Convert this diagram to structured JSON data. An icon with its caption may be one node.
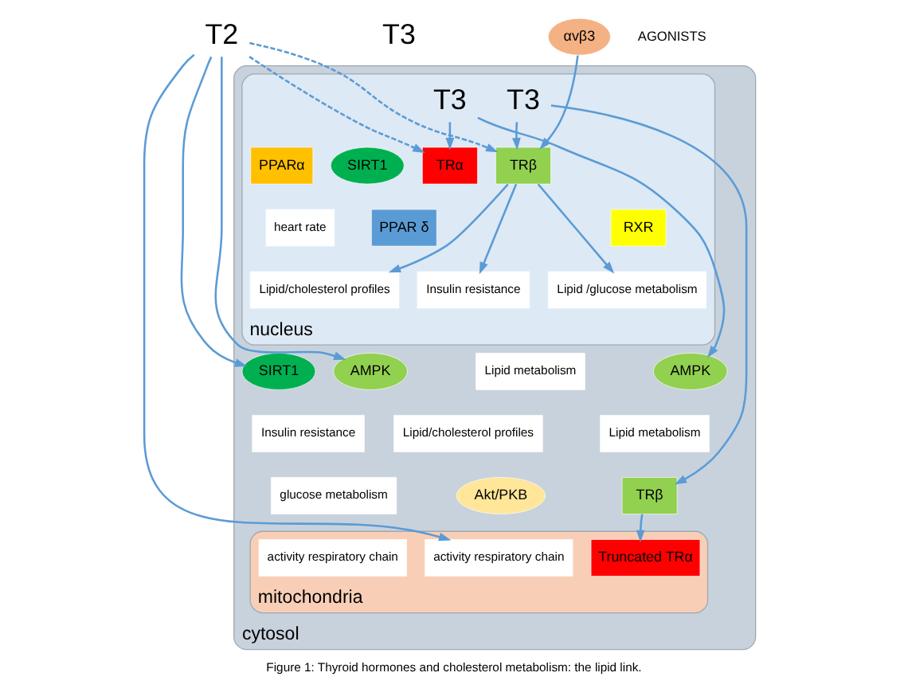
{
  "diagram": {
    "caption": "Figure 1: Thyroid hormones and cholesterol metabolism: the lipid link.",
    "nodes": [
      {
        "text": [
          "cytosol"
        ]
      },
      {
        "text": [
          "nucleus"
        ],
        "in": 0
      },
      {
        "text": [
          "mitochondria"
        ],
        "in": 0
      },
      {
        "text": [
          "T3"
        ]
      },
      {
        "text": [
          "αvβ3"
        ]
      },
      {
        "text": [
          "T3"
        ],
        "in": 1
      },
      {
        "text": [
          "T2"
        ]
      },
      {
        "text": [
          "T3"
        ],
        "in": 1
      },
      {
        "text": [
          "AGONISTS"
        ]
      },
      {
        "text": [
          "TRβ"
        ],
        "in": 1
      },
      {
        "text": [
          "SIRT1"
        ],
        "in": 1
      },
      {
        "text": [
          "PPARα"
        ],
        "in": 1
      },
      {
        "text": [
          "RXR"
        ],
        "in": 1
      },
      {
        "text": [
          "PPAR δ"
        ],
        "in": 1
      },
      {
        "text": [
          "Lipid /glucose metabolism"
        ],
        "in": 1
      },
      {
        "text": [
          "Lipid/cholesterol profiles"
        ],
        "in": 1
      },
      {
        "text": [
          "Insulin resistance"
        ],
        "in": 1
      },
      {
        "text": [
          "TRα"
        ],
        "in": 1
      },
      {
        "text": [
          "heart rate"
        ],
        "in": 1
      },
      {
        "text": [
          "AMPK"
        ],
        "in": 0
      },
      {
        "text": [
          "Lipid metabolism"
        ],
        "in": 0
      },
      {
        "text": [
          "SIRT1"
        ],
        "in": 0
      },
      {
        "text": [
          "AMPK"
        ],
        "in": 0
      },
      {
        "text": [
          "Lipid metabolism"
        ],
        "in": 0
      },
      {
        "text": [
          "Lipid/cholesterol profiles"
        ],
        "in": 0
      },
      {
        "text": [
          "Insulin resistance"
        ],
        "in": 0
      },
      {
        "text": [
          "TRβ"
        ],
        "in": 0
      },
      {
        "text": [
          "Akt/PKB"
        ],
        "in": 0
      },
      {
        "text": [
          "glucose metabolism"
        ],
        "in": 0
      },
      {
        "text": [
          "Truncated TRα"
        ],
        "in": 2
      },
      {
        "text": [
          "activity respiratory chain"
        ],
        "in": 2
      },
      {
        "text": [
          "activity respiratory chain"
        ],
        "in": 2
      }
    ],
    "edges": [
      {
        "from": 4,
        "to": 9,
        "arrow": "to"
      },
      {
        "from": 5,
        "to": 9,
        "arrow": "to"
      },
      {
        "from": 6,
        "to": 9,
        "arrow": "to",
        "style": "dashed"
      },
      {
        "from": 6,
        "to": 17,
        "arrow": "to",
        "style": "dashed"
      },
      {
        "from": 7,
        "to": 17,
        "arrow": "to"
      },
      {
        "from": 7,
        "to": 19,
        "arrow": "to"
      },
      {
        "from": 6,
        "to": 21,
        "arrow": "to"
      },
      {
        "from": 6,
        "to": 22,
        "arrow": "to"
      },
      {
        "from": 6,
        "to": 30,
        "arrow": "to"
      },
      {
        "from": 9,
        "to": 14,
        "arrow": "to"
      },
      {
        "from": 9,
        "to": 15,
        "arrow": "to"
      },
      {
        "from": 9,
        "to": 16,
        "arrow": "to"
      },
      {
        "from": 5,
        "to": 26,
        "arrow": "to"
      },
      {
        "from": 26,
        "to": 29,
        "arrow": "to"
      }
    ]
  }
}
